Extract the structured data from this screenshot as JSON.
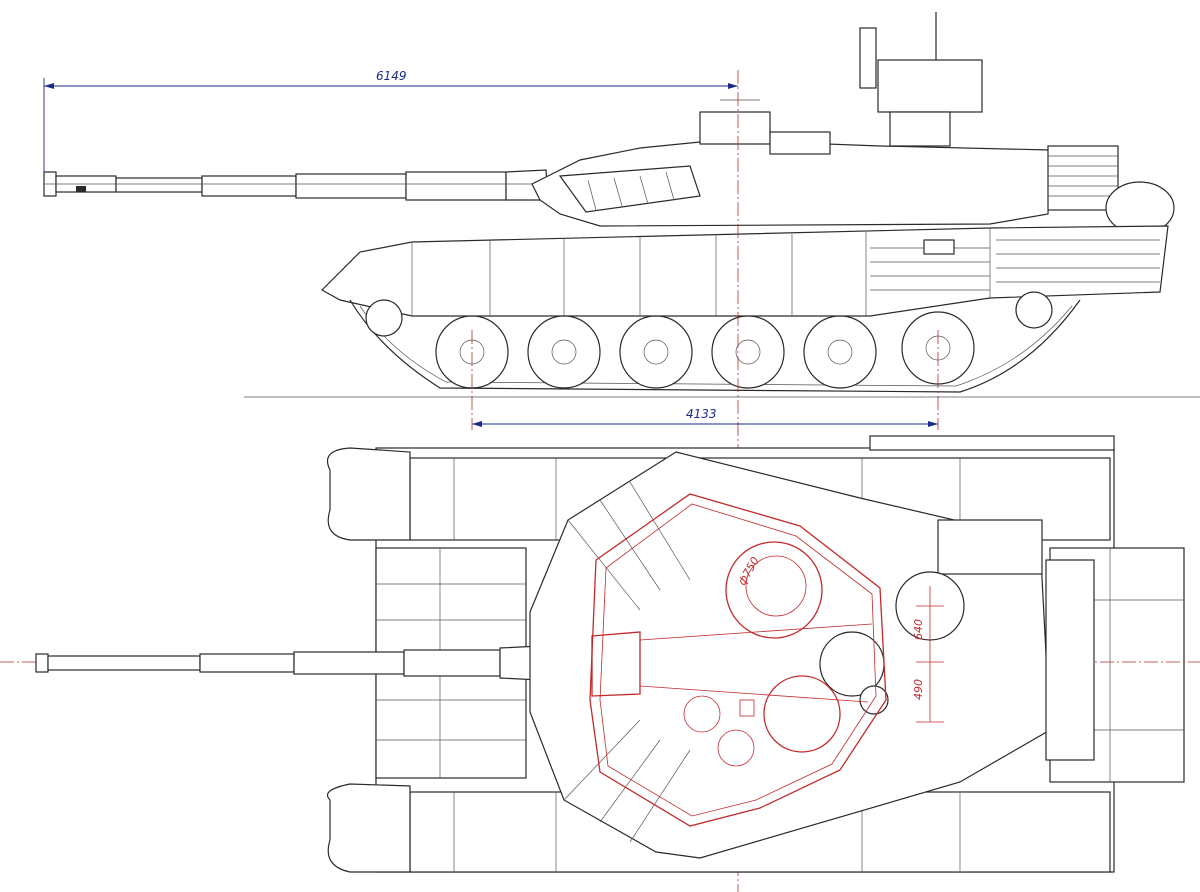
{
  "dimensions": {
    "overall_length": "6149",
    "track_base": "4133",
    "hatch_diameter": "ф750",
    "offset_upper": "640",
    "offset_lower": "490"
  },
  "colors": {
    "linework": "#2a2a2a",
    "dimension": "#1a2a8a",
    "red_outline": "#c22a2a"
  }
}
